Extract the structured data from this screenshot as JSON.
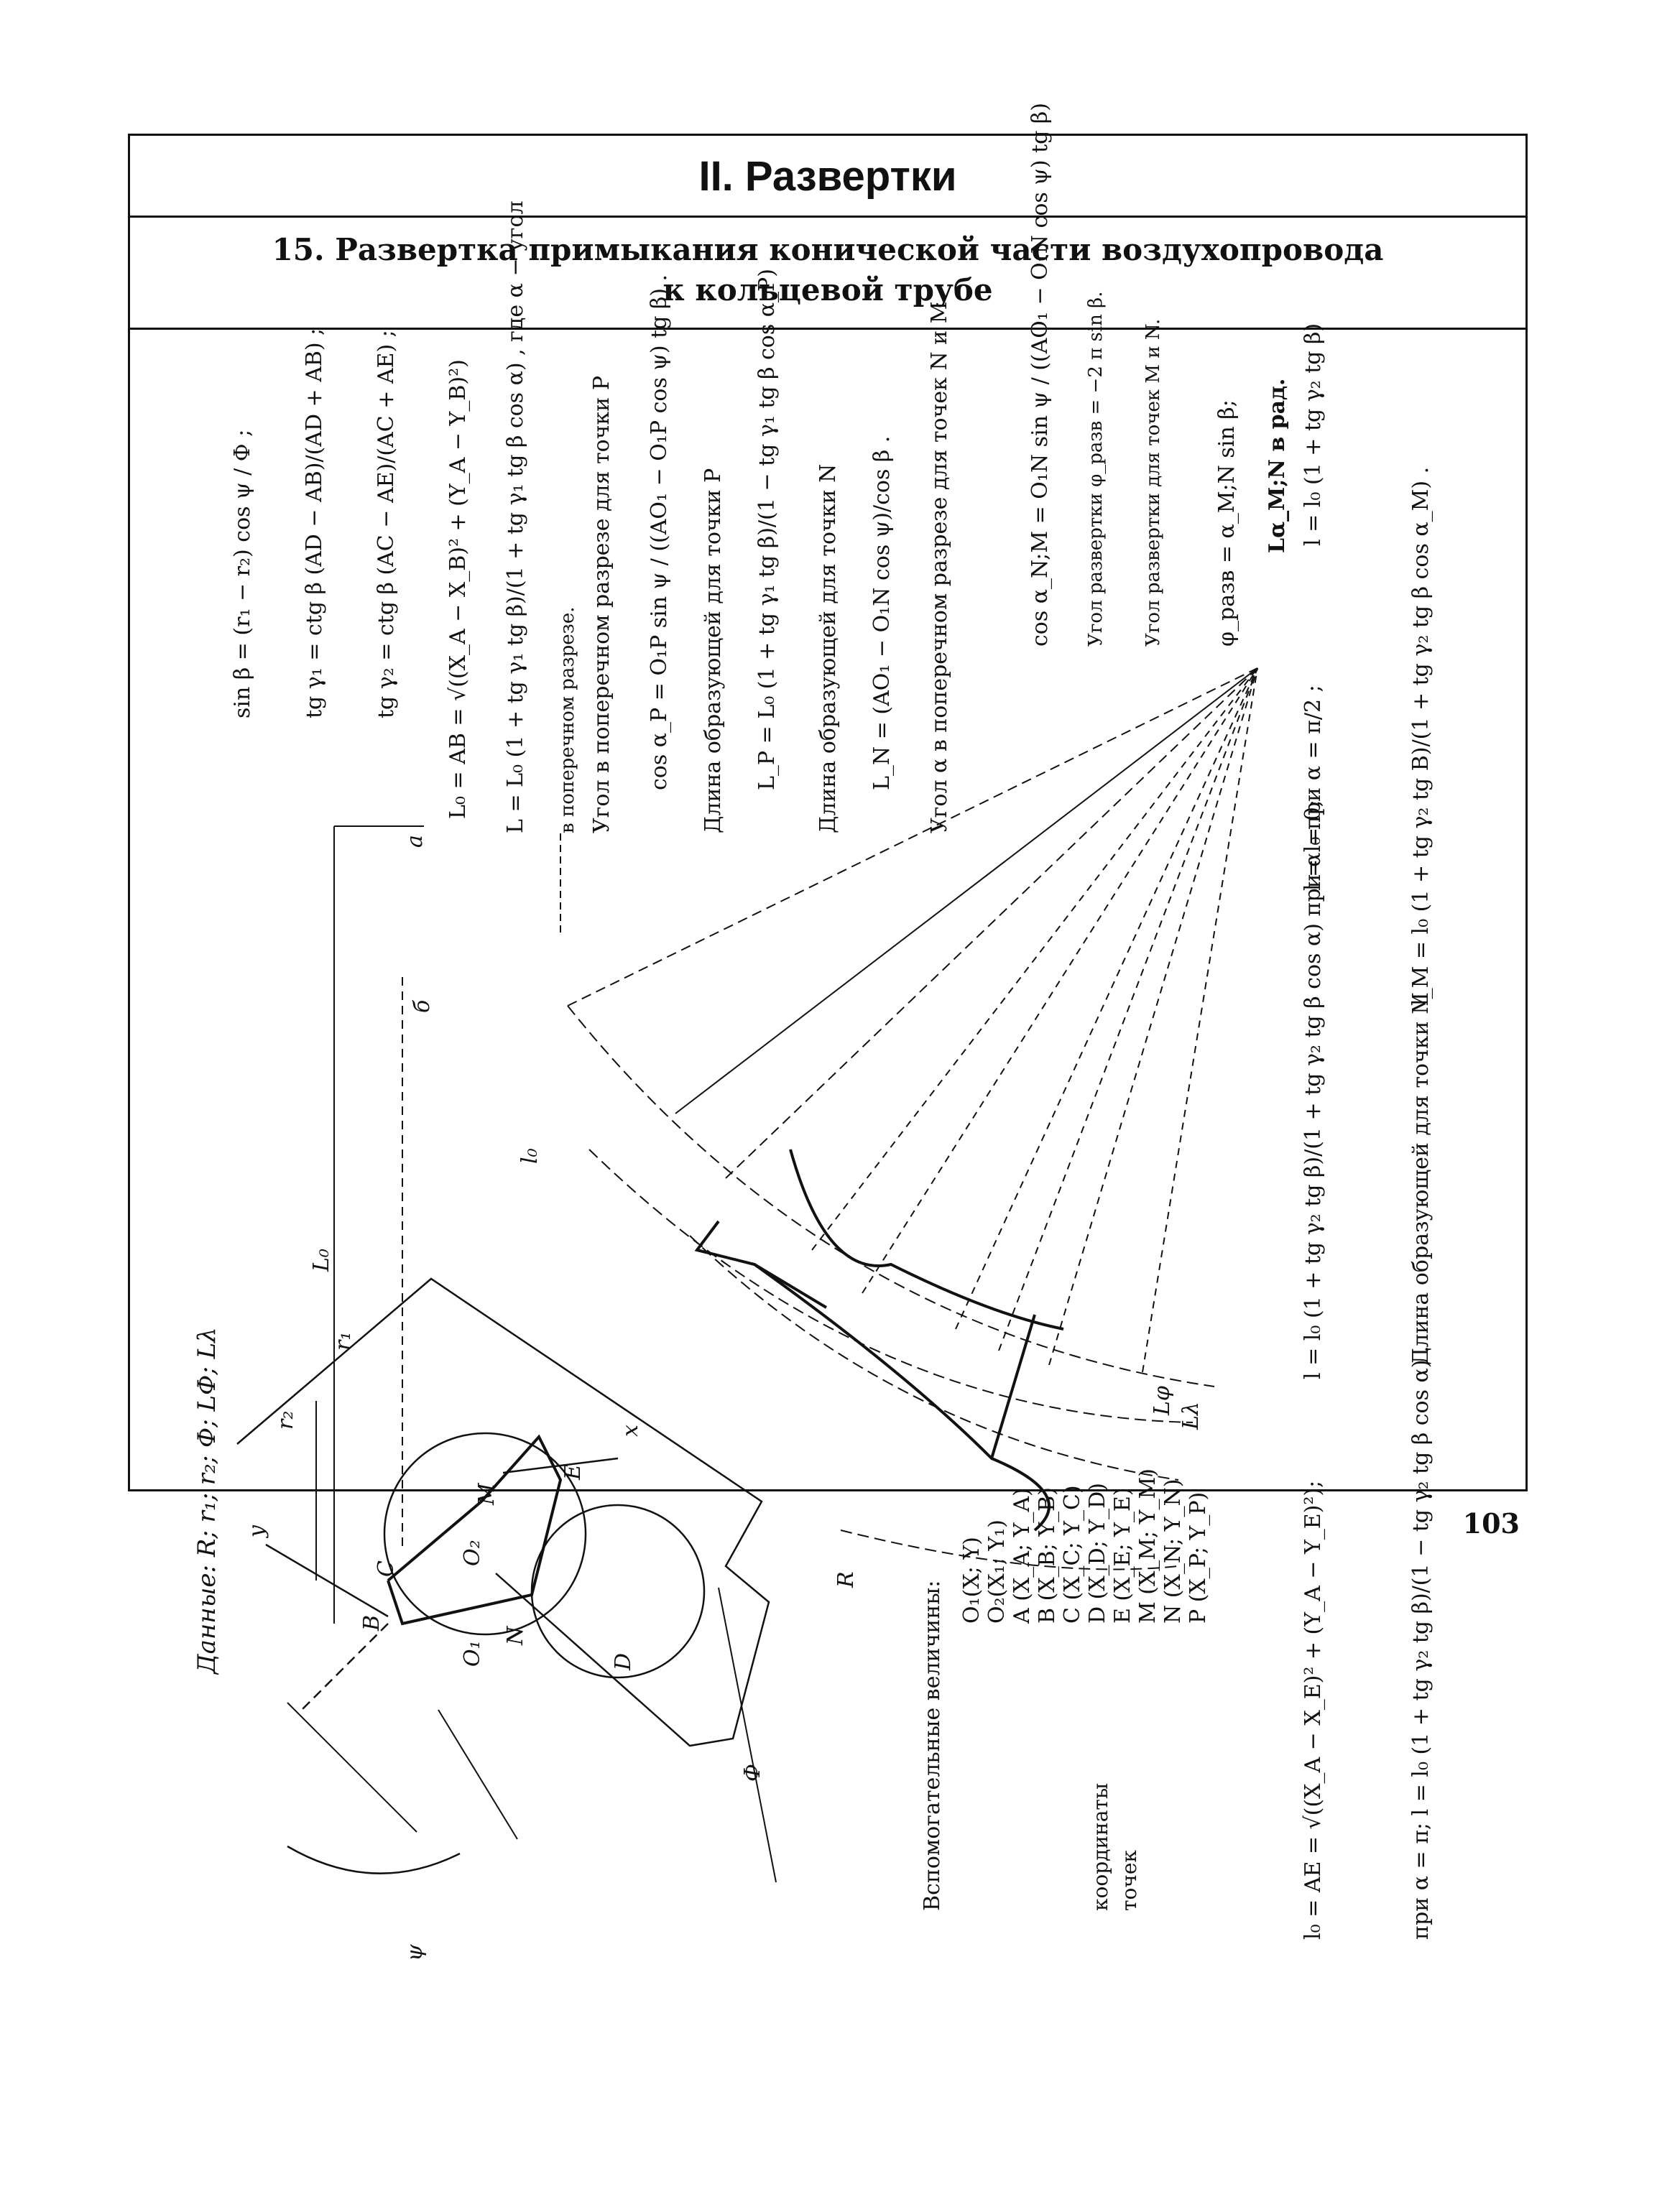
{
  "header": {
    "section_title": "II. Развертки",
    "subtitle_line1": "15. Развертка примыкания конической части  воздухопровода",
    "subtitle_line2": "к кольцевой трубе"
  },
  "given_data": "Данные: R; r₁; r₂; Ф; LФ; Lλ",
  "auxiliary": {
    "label": "Вспомогательные величины:",
    "coords_label_1": "координаты",
    "coords_label_2": "точек",
    "items": [
      "O₁(X; Y)",
      "O₂(X₁; Y₁)",
      "A (X_A; Y_A)",
      "B (X_B; Y_B)",
      "C (X_C; Y_C)",
      "D (X_D; Y_D)",
      "E (X_E; Y_E)",
      "M (X_M; Y_M)",
      "N (X_N; Y_N)",
      "P (X_P; Y_P)"
    ]
  },
  "formulas": [
    "sin β = (r₁ − r₂) cos ψ / Ф ;",
    "tg γ₁ = ctg β (AD − AB)/(AD + AB) ;",
    "tg γ₂ = ctg β (AC − AE)/(AC + AE) ;",
    "L₀ = AB = √((X_A − X_B)² + (Y_A − Y_B)²)",
    "L = L₀ (1 + tg γ₁ tg β)/(1 + tg γ₁ tg β cos α) , где α − угол",
    "в поперечном разрезе.",
    "Угол в поперечном разрезе для точки P",
    "cos α_P = O₁P sin ψ / ((AO₁ − O₁P cos ψ) tg β) .",
    "Длина образующей для точки P",
    "L_P = L₀ (1 + tg γ₁ tg β)/(1 − tg γ₁ tg β cos α_P) .",
    "Длина образующей для точки N",
    "L_N = (AO₁ − O₁N cos ψ)/cos β .",
    "Угол α в поперечном разрезе для точек N и M",
    "cos α_N;M = O₁N sin ψ / ((AO₁ − O₁N cos ψ) tg β)",
    "Угол развертки φ_разв = −2 π sin β.",
    "Угол развертки для точек M и N.",
    "φ_разв = α_M;N sin β;",
    "Lα_M;N в рад.",
    "l₀ = AE = √((X_A − X_E)² + (Y_A − Y_E)²);",
    "l = l₀ (1 + tg γ₂ tg β)/(1 + tg γ₂ tg β cos α)  при α = 0;",
    "l = l₀  при α = π/2 ;",
    "l = l₀ (1 + tg γ₂ tg β)",
    "при α = π;  l = l₀ (1 + tg γ₂ tg β)/(1 − tg γ₂ tg β cos α) .",
    "Длина образующей для точки M",
    "l_M = l₀ (1 + tg γ₂ tg B)/(1 + tg γ₂ tg β cos α_M) ."
  ],
  "drawing_labels": {
    "l0_a": "L₀",
    "l0_b": "l₀",
    "r2": "r₂",
    "r1": "r₁",
    "R": "R",
    "phi": "Ф",
    "b": "б",
    "a": "a",
    "y": "y",
    "x": "x",
    "B": "B",
    "C": "C",
    "M": "M",
    "O2": "O₂",
    "O1": "O₁",
    "D": "D",
    "E": "E",
    "N": "N",
    "psi": "ψ",
    "Lphi": "Lφ",
    "Lvar": "Lλ"
  },
  "page_number": "103"
}
